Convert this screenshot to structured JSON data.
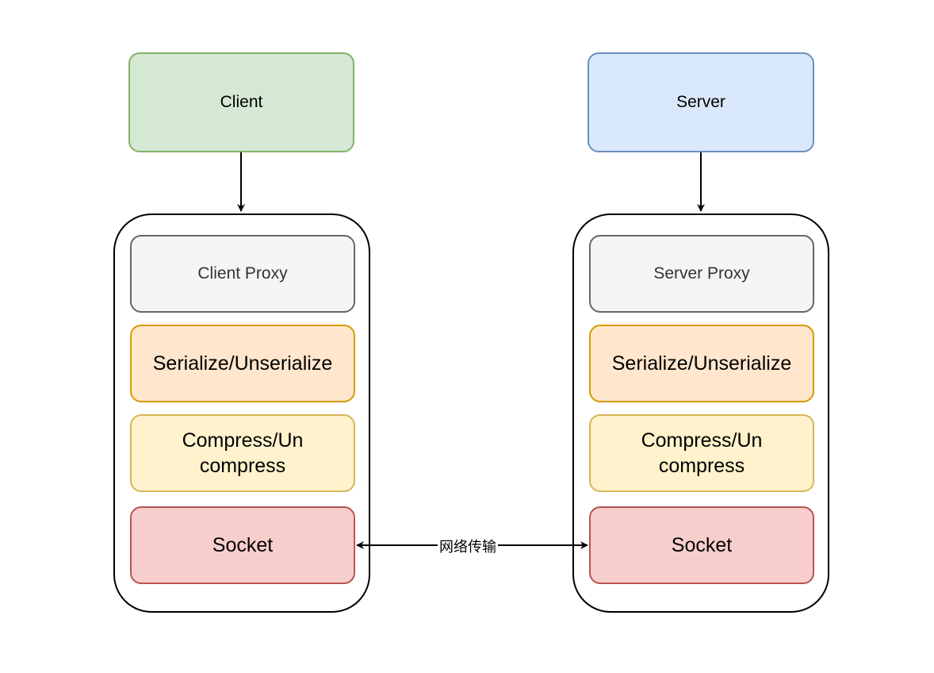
{
  "client": {
    "label": "Client",
    "fill": "#d5e8d4",
    "stroke": "#82b366"
  },
  "server": {
    "label": "Server",
    "fill": "#dae8fc",
    "stroke": "#6c8ebf"
  },
  "client_stack": {
    "proxy": "Client Proxy",
    "serialize": "Serialize/Unserialize",
    "compress": "Compress/Un compress",
    "socket": "Socket"
  },
  "server_stack": {
    "proxy": "Server Proxy",
    "serialize": "Serialize/Unserialize",
    "compress": "Compress/Un compress",
    "socket": "Socket"
  },
  "layer_colors": {
    "proxy": {
      "fill": "#f5f5f5",
      "stroke": "#666666",
      "text": "#333333"
    },
    "serialize": {
      "fill": "#ffe6cc",
      "stroke": "#d79b00"
    },
    "compress": {
      "fill": "#fff2cc",
      "stroke": "#d6b656"
    },
    "socket": {
      "fill": "#f8cecc",
      "stroke": "#b85450"
    }
  },
  "network_link": {
    "label": "网络传输"
  }
}
